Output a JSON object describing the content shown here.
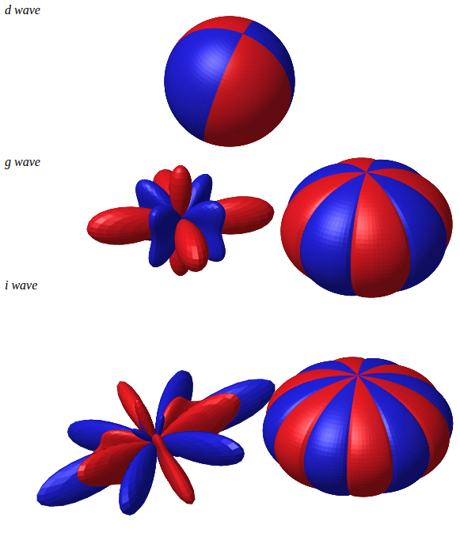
{
  "diagram": {
    "labels": [
      "d wave",
      "g wave",
      "i wave"
    ]
  }
}
